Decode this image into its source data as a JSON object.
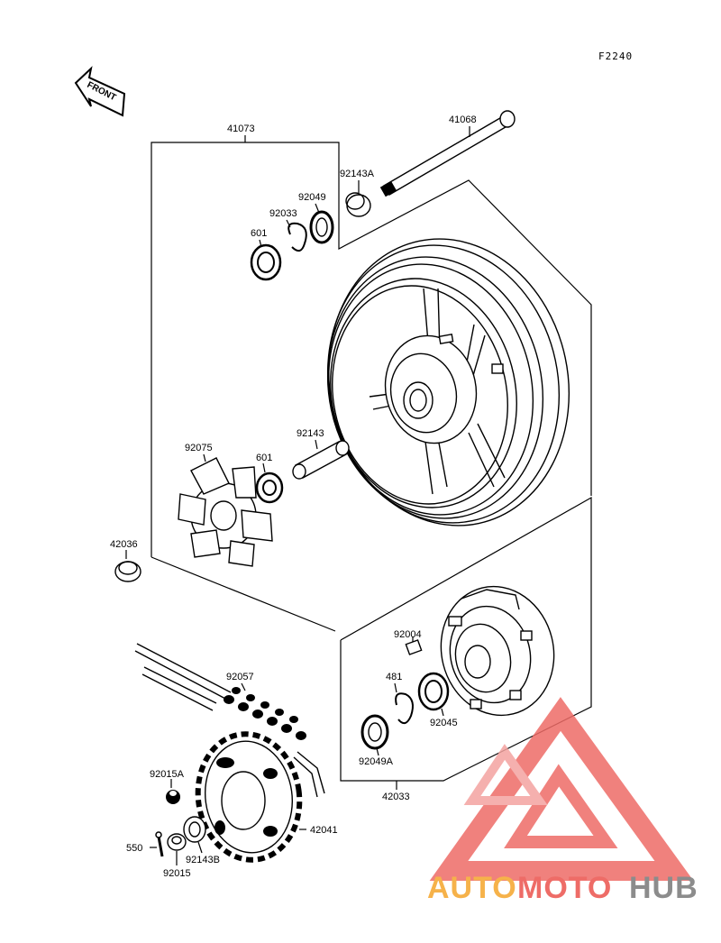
{
  "figure_code": "F2240",
  "front_badge": "FRONT",
  "parts": {
    "p41073": "41073",
    "p41068": "41068",
    "p92143A": "92143A",
    "p92049": "92049",
    "p92033": "92033",
    "p601_top": "601",
    "p92075": "92075",
    "p601_mid": "601",
    "p92143": "92143",
    "p42036": "42036",
    "p92004": "92004",
    "p481": "481",
    "p92045": "92045",
    "p92049A": "92049A",
    "p42033": "42033",
    "p92057": "92057",
    "p92015A": "92015A",
    "p42041": "42041",
    "p550": "550",
    "p92143B": "92143B",
    "p92015": "92015"
  },
  "watermark": {
    "part1": "AUTO",
    "part2": "MOTO",
    "part3": "HUB",
    "color1": "#F6B24A",
    "color2": "#EE6C67",
    "color3": "#8C8C8C"
  }
}
